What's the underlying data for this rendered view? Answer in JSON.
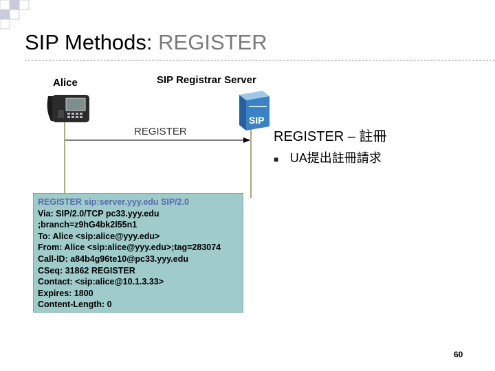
{
  "slide": {
    "title_prefix": "SIP Methods: ",
    "title_accent": "REGISTER",
    "page_number": "60"
  },
  "diagram": {
    "left_party": "Alice",
    "right_party": "SIP Registrar Server",
    "server_logo_text": "SIP",
    "message_label": "REGISTER"
  },
  "side_text": {
    "heading": "REGISTER – 註冊",
    "bullets": [
      "UA提出註冊請求"
    ]
  },
  "code": {
    "lines": [
      "REGISTER sip:server.yyy.edu SIP/2.0",
      "Via: SIP/2.0/TCP pc33.yyy.edu",
      " ;branch=z9hG4bk2l55n1",
      "To: Alice <sip:alice@yyy.edu>",
      "From: Alice <sip:alice@yyy.edu>;tag=283074",
      "Call-ID: a84b4g96te10@pc33.yyy.edu",
      "CSeq: 31862 REGISTER",
      "Contact: <sip:alice@10.1.3.33>",
      "Expires: 1800",
      "Content-Length: 0"
    ]
  },
  "colors": {
    "code_background": "#9fcbcb",
    "lifeline": "#a9a984",
    "deco_light": "#c8ccdb",
    "deco_white": "#ffffff"
  }
}
